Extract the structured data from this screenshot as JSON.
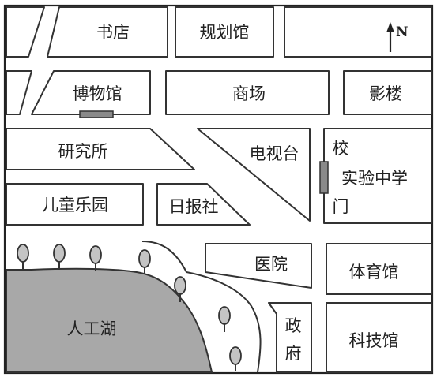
{
  "map": {
    "compass": "N",
    "places": {
      "bookstore": "书店",
      "planning_hall": "规划馆",
      "museum": "博物馆",
      "mall": "商场",
      "cinema": "影楼",
      "institute": "研究所",
      "tv_station": "电视台",
      "school_gate": "校门",
      "school_gate_char1": "校",
      "school_gate_char2": "门",
      "school": "实验中学",
      "children_park": "儿童乐园",
      "daily_news": "日报社",
      "hospital": "医院",
      "gym": "体育馆",
      "lake": "人工湖",
      "government": "政府",
      "government_char1": "政",
      "government_char2": "府",
      "science_hall": "科技馆"
    }
  }
}
